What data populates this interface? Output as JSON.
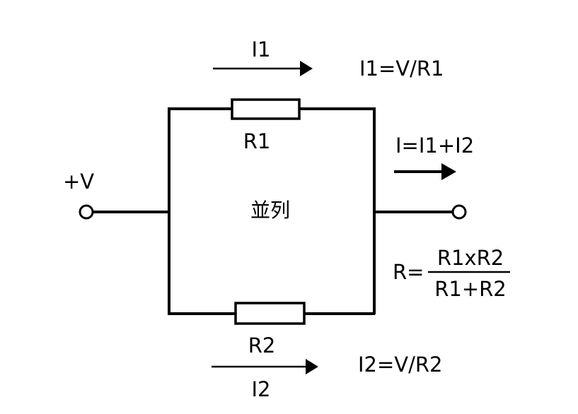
{
  "labels": {
    "i1_top": "I1",
    "i1_formula": "I1=V/R1",
    "r1": "R1",
    "total_current": "I=I1+I2",
    "plus_v": "+V",
    "parallel": "並列",
    "r_eq": "R=",
    "numerator": "R1xR2",
    "denominator": "R1+R2",
    "r2": "R2",
    "i2_formula": "I2=V/R2",
    "i2_bottom": "I2"
  }
}
